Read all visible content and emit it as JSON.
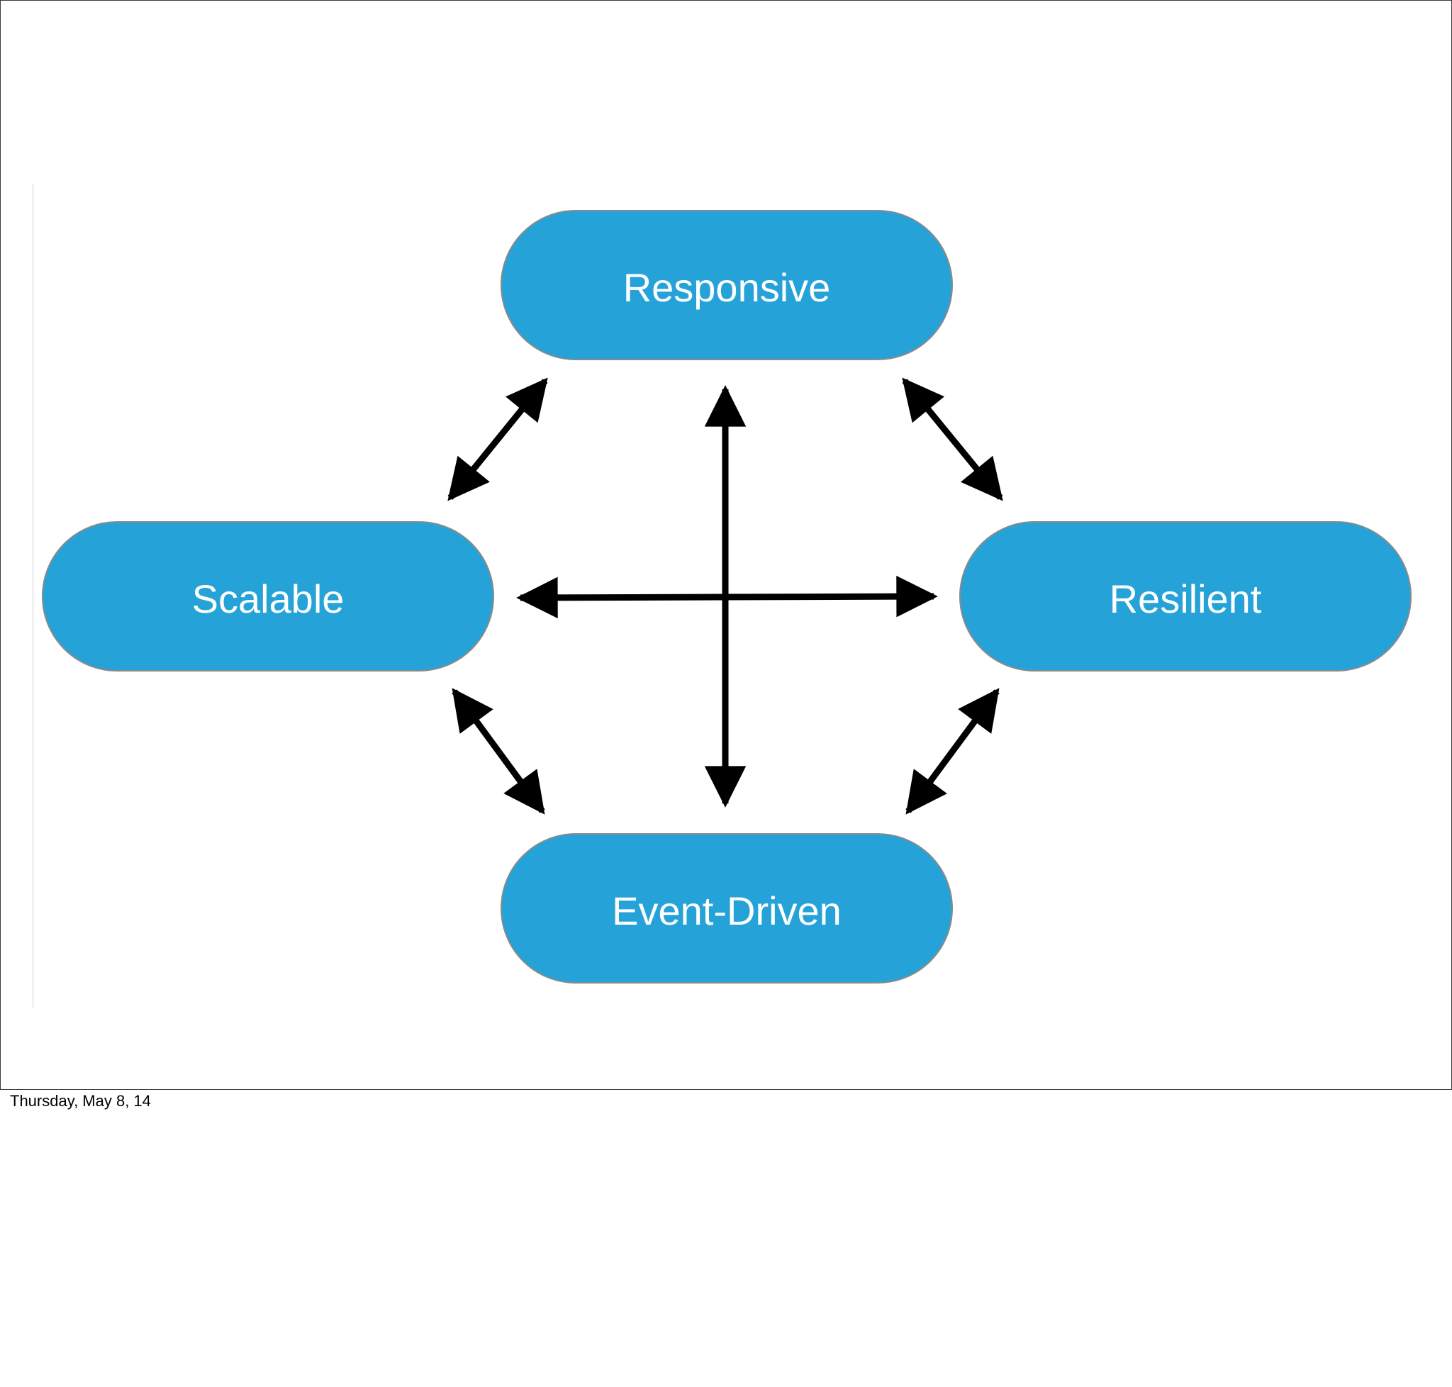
{
  "diagram": {
    "nodes": {
      "responsive": {
        "label": "Responsive"
      },
      "scalable": {
        "label": "Scalable"
      },
      "resilient": {
        "label": "Resilient"
      },
      "event_driven": {
        "label": "Event-Driven"
      }
    },
    "colors": {
      "node_fill": "#25a3d8",
      "node_border": "#8a8a8a",
      "arrow": "#000000"
    },
    "edges": [
      {
        "from": "responsive",
        "to": "scalable",
        "direction": "both"
      },
      {
        "from": "responsive",
        "to": "resilient",
        "direction": "both"
      },
      {
        "from": "responsive",
        "to": "event_driven",
        "direction": "both"
      },
      {
        "from": "scalable",
        "to": "resilient",
        "direction": "both"
      },
      {
        "from": "scalable",
        "to": "event_driven",
        "direction": "both"
      },
      {
        "from": "resilient",
        "to": "event_driven",
        "direction": "both"
      }
    ]
  },
  "footer": {
    "date": "Thursday, May 8, 14"
  }
}
